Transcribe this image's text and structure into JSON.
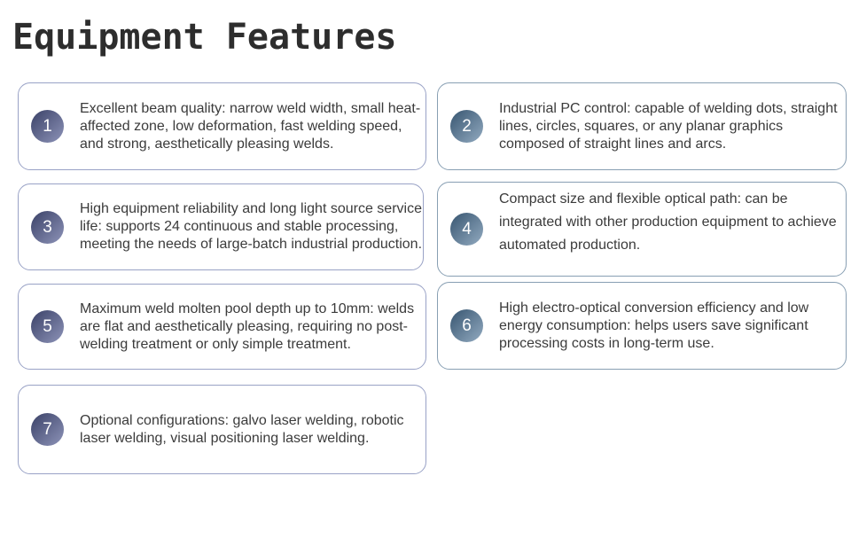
{
  "page": {
    "title": "Equipment Features"
  },
  "colors": {
    "background": "#ffffff",
    "title_text": "#2d2d2d",
    "body_text": "#3b3b3b",
    "card_border_indigo": "#99a2c6",
    "card_border_steel": "#889fb3",
    "badge_indigo_dark": "#3a4167",
    "badge_indigo_light": "#8e94b9",
    "badge_steel_dark": "#375570",
    "badge_steel_light": "#93abc1",
    "badge_number": "#ffffff"
  },
  "cards": [
    {
      "number": "1",
      "text": "Excellent beam quality: narrow weld width, small heat-affected zone, low deformation, fast welding speed, and strong, aesthetically pleasing welds."
    },
    {
      "number": "2",
      "text": "Industrial PC control: capable of welding dots, straight lines, circles, squares, or any planar graphics composed of straight lines and arcs."
    },
    {
      "number": "3",
      "text": "High equipment reliability and long light source service life: supports 24 continuous and stable processing, meeting the needs of large-batch industrial production."
    },
    {
      "number": "4",
      "text": "Compact size and flexible optical path: can be integrated with other production equipment to achieve automated production."
    },
    {
      "number": "5",
      "text": "Maximum weld molten pool depth up to 10mm: welds are flat and aesthetically pleasing, requiring no post-welding treatment or only simple treatment."
    },
    {
      "number": "6",
      "text": "High electro-optical conversion efficiency and low energy consumption: helps users save significant processing costs in long-term use."
    },
    {
      "number": "7",
      "text": "Optional configurations: galvo laser welding, robotic laser welding, visual positioning laser welding."
    }
  ]
}
